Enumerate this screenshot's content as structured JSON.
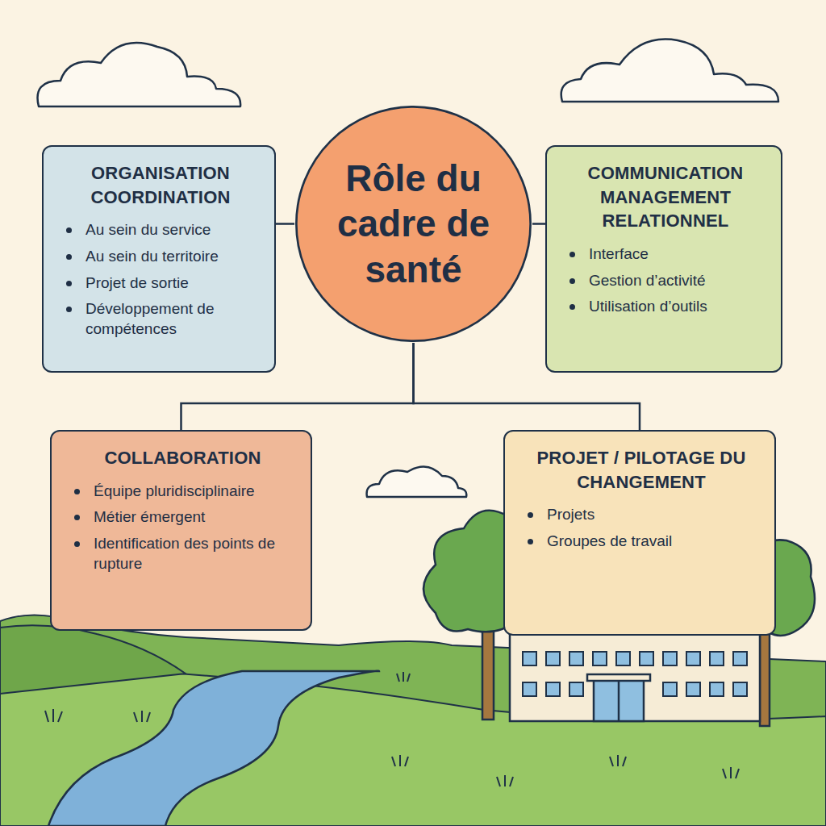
{
  "diagram": {
    "nodes": [
      {
        "text": [
          "ORGANISATION COORDINATION",
          "Au sein du service",
          "Au sein du territoire",
          "Projet de sortie",
          "Développement de compétences"
        ]
      },
      {
        "text": [
          "Rôle du cadre de santé"
        ]
      },
      {
        "text": [
          "COMMUNICATION MANAGEMENT RELATIONNEL",
          "Interface",
          "Gestion d’activité",
          "Utilisation d’outils"
        ]
      },
      {
        "text": [
          "COLLABORATION",
          "Équipe pluridisciplinaire",
          "Métier émergent",
          "Identification des points de rupture"
        ]
      },
      {
        "text": [
          "PROJET / PILOTAGE DU CHANGEMENT",
          "Projets",
          "Groupes de travail"
        ]
      }
    ],
    "edges": [
      {
        "from": 1,
        "to": 0,
        "arrow": "none"
      },
      {
        "from": 1,
        "to": 2,
        "arrow": "none"
      },
      {
        "from": 1,
        "to": 3,
        "arrow": "none"
      },
      {
        "from": 1,
        "to": 4,
        "arrow": "none"
      }
    ]
  }
}
